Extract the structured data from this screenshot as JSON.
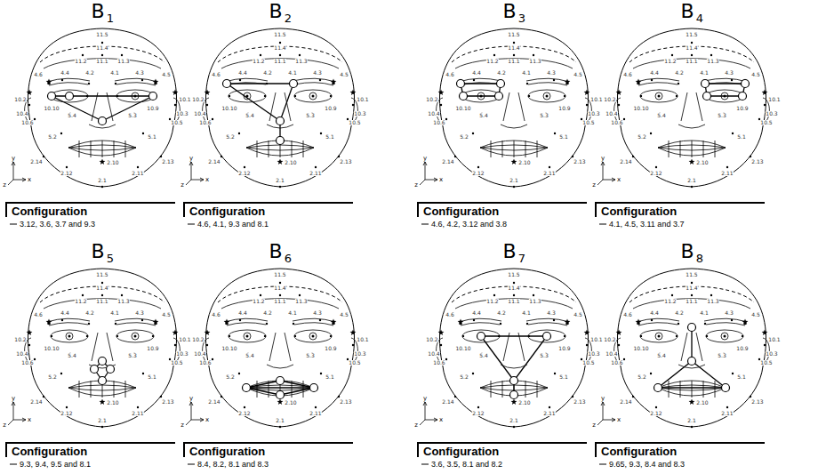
{
  "diagram": {
    "labels": [
      "B",
      "1",
      "11.5",
      "11.4",
      "11.2",
      "11.1",
      "11.3",
      "4.6",
      "4.4",
      "4.2",
      "4.1",
      "4.3",
      "4.5",
      "10.2",
      "10.1",
      "10.10",
      "10.9",
      "10.4",
      "10.3",
      "10.6",
      "10.5",
      "5.4",
      "5.3",
      "5.2",
      "5.1",
      "2.14",
      "2.13",
      "2.12",
      "2.11",
      "2.10",
      "2.1",
      "y",
      "x",
      "z",
      "Configuration",
      "3.12, 3.6, 3.7 and 9.3",
      "B",
      "2",
      "11.5",
      "11.4",
      "11.2",
      "11.1",
      "11.3",
      "4.6",
      "4.4",
      "4.2",
      "4.1",
      "4.3",
      "4.5",
      "10.2",
      "10.1",
      "10.10",
      "10.9",
      "10.4",
      "10.3",
      "10.6",
      "10.5",
      "5.4",
      "5.3",
      "5.2",
      "5.1",
      "2.14",
      "2.13",
      "2.12",
      "2.11",
      "2.10",
      "2.1",
      "y",
      "x",
      "z",
      "Configuration",
      "4.6, 4.1, 9.3 and 8.1",
      "B",
      "3",
      "11.5",
      "11.4",
      "11.2",
      "11.1",
      "11.3",
      "4.6",
      "4.4",
      "4.2",
      "4.1",
      "4.3",
      "4.5",
      "10.2",
      "10.1",
      "10.10",
      "10.9",
      "10.4",
      "10.3",
      "10.6",
      "10.5",
      "5.4",
      "5.3",
      "5.2",
      "5.1",
      "2.14",
      "2.13",
      "2.12",
      "2.11",
      "2.10",
      "2.1",
      "y",
      "x",
      "z",
      "Configuration",
      "4.6, 4.2, 3.12 and 3.8",
      "B",
      "4",
      "11.5",
      "11.4",
      "11.2",
      "11.1",
      "11.3",
      "4.6",
      "4.4",
      "4.2",
      "4.1",
      "4.3",
      "4.5",
      "10.2",
      "10.1",
      "10.10",
      "10.9",
      "10.4",
      "10.3",
      "10.6",
      "10.5",
      "5.4",
      "5.3",
      "5.2",
      "5.1",
      "2.14",
      "2.13",
      "2.12",
      "2.11",
      "2.10",
      "2.1",
      "y",
      "x",
      "z",
      "Configuration",
      "4.1, 4.5, 3.11 and 3.7",
      "B",
      "5",
      "11.5",
      "11.4",
      "11.2",
      "11.1",
      "11.3",
      "4.6",
      "4.4",
      "4.2",
      "4.1",
      "4.3",
      "4.5",
      "10.2",
      "10.1",
      "10.10",
      "10.9",
      "10.4",
      "10.3",
      "10.6",
      "10.5",
      "5.4",
      "5.3",
      "5.2",
      "5.1",
      "2.14",
      "2.13",
      "2.12",
      "2.11",
      "2.10",
      "2.1",
      "y",
      "x",
      "z",
      "Configuration",
      "9.3, 9.4, 9.5 and 8.1",
      "B",
      "6",
      "11.5",
      "11.4",
      "11.2",
      "11.1",
      "11.3",
      "4.6",
      "4.4",
      "4.2",
      "4.1",
      "4.3",
      "4.5",
      "10.2",
      "10.1",
      "10.10",
      "10.9",
      "10.4",
      "10.3",
      "10.6",
      "10.5",
      "5.4",
      "5.3",
      "5.2",
      "5.1",
      "2.14",
      "2.13",
      "2.12",
      "2.11",
      "2.10",
      "2.1",
      "y",
      "x",
      "z",
      "Configuration",
      "8.4, 8.2, 8.1 and 8.3",
      "B",
      "7",
      "11.5",
      "11.4",
      "11.2",
      "11.1",
      "11.3",
      "4.6",
      "4.4",
      "4.2",
      "4.1",
      "4.3",
      "4.5",
      "10.2",
      "10.1",
      "10.10",
      "10.9",
      "10.4",
      "10.3",
      "10.6",
      "10.5",
      "5.4",
      "5.3",
      "5.2",
      "5.1",
      "2.14",
      "2.13",
      "2.12",
      "2.11",
      "2.10",
      "2.1",
      "y",
      "x",
      "z",
      "Configuration",
      "3.6, 3.5, 8.1 and 8.2",
      "B",
      "8",
      "11.5",
      "11.4",
      "11.2",
      "11.1",
      "11.3",
      "4.6",
      "4.4",
      "4.2",
      "4.1",
      "4.3",
      "4.5",
      "10.2",
      "10.1",
      "10.10",
      "10.9",
      "10.4",
      "10.3",
      "10.6",
      "10.5",
      "5.4",
      "5.3",
      "5.2",
      "5.1",
      "2.14",
      "2.13",
      "2.12",
      "2.11",
      "2.10",
      "2.1",
      "y",
      "x",
      "z",
      "Configuration",
      "9.65, 9.3, 8.4 and 8.3"
    ]
  }
}
